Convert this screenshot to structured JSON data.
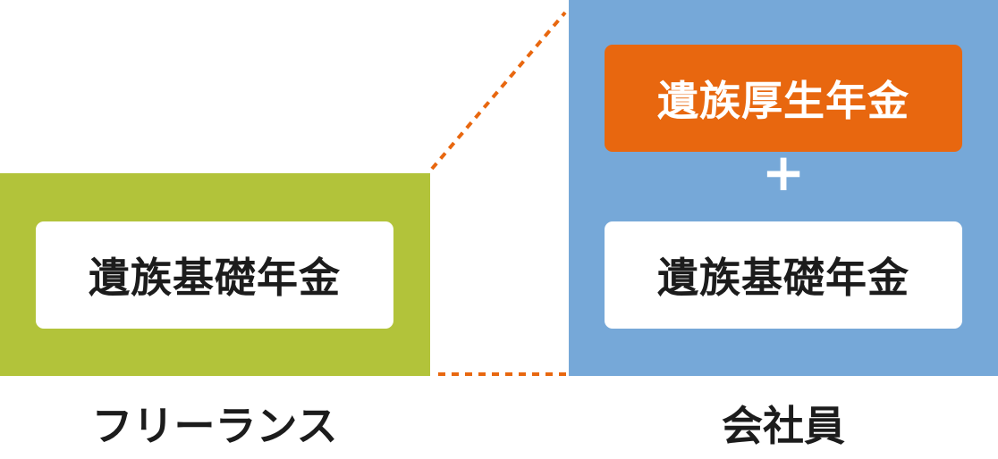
{
  "freelance": {
    "label": "フリーランス",
    "benefits": [
      "遺族基礎年金"
    ]
  },
  "employee": {
    "label": "会社員",
    "benefits": [
      "遺族厚生年金",
      "遺族基礎年金"
    ],
    "combiner": "+"
  },
  "colors": {
    "freelance_panel": "#b2c33a",
    "employee_panel": "#76a8d8",
    "highlight_box": "#e8670f",
    "connector": "#e8670f",
    "text": "#1c1c1c"
  }
}
